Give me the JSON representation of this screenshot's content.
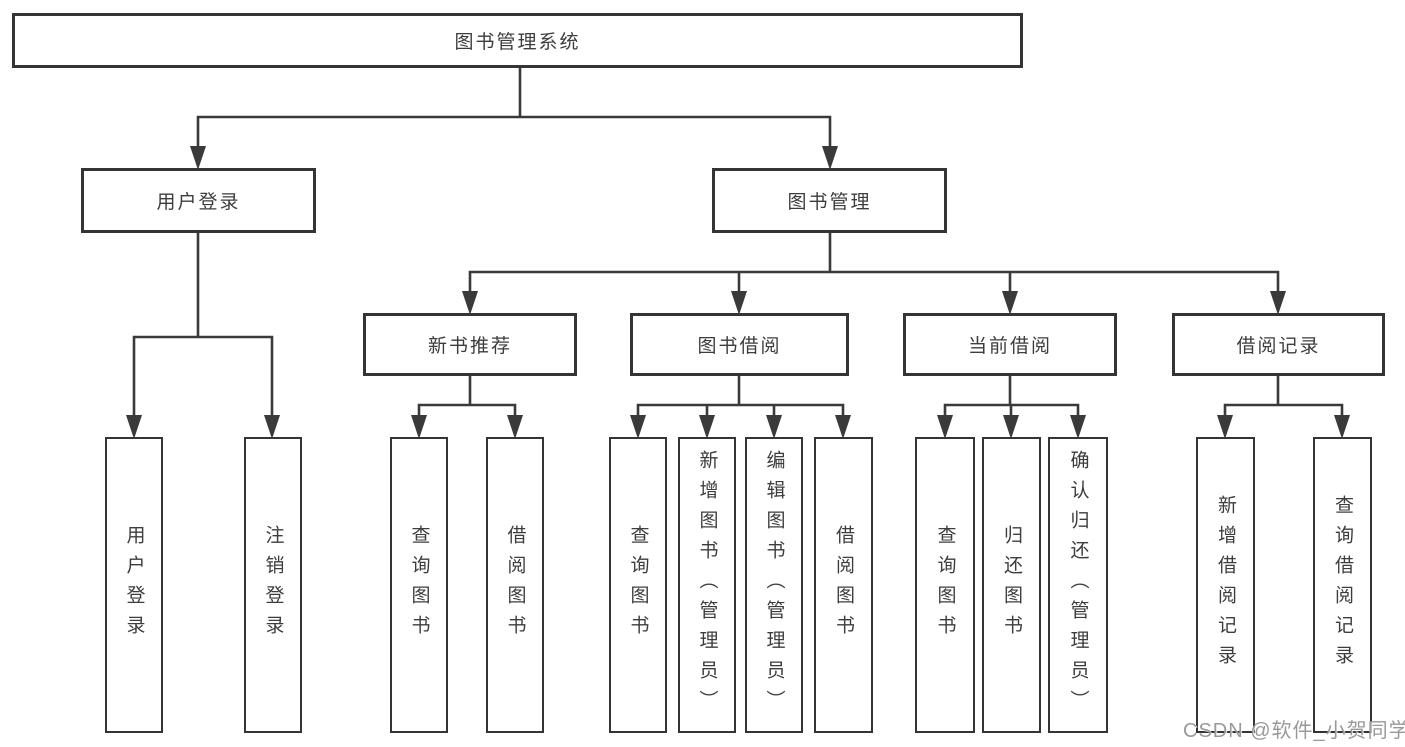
{
  "tree": {
    "label": "图书管理系统",
    "children": [
      {
        "label": "用户登录",
        "children": [
          {
            "label": "用户登录"
          },
          {
            "label": "注销登录"
          }
        ]
      },
      {
        "label": "图书管理",
        "children": [
          {
            "label": "新书推荐",
            "children": [
              {
                "label": "查询图书"
              },
              {
                "label": "借阅图书"
              }
            ]
          },
          {
            "label": "图书借阅",
            "children": [
              {
                "label": "查询图书"
              },
              {
                "label": "新增图书（管理员）"
              },
              {
                "label": "编辑图书（管理员）"
              },
              {
                "label": "借阅图书"
              }
            ]
          },
          {
            "label": "当前借阅",
            "children": [
              {
                "label": "查询图书"
              },
              {
                "label": "归还图书"
              },
              {
                "label": "确认归还（管理员）"
              }
            ]
          },
          {
            "label": "借阅记录",
            "children": [
              {
                "label": "新增借阅记录"
              },
              {
                "label": "查询借阅记录"
              }
            ]
          }
        ]
      }
    ]
  },
  "watermark": "CSDN @软件_小贺同学",
  "colors": {
    "line": "#3a3a3a",
    "box_border": "#343434",
    "text": "#3d3d3d",
    "background": "#ffffff",
    "watermark_text": "#999999"
  }
}
